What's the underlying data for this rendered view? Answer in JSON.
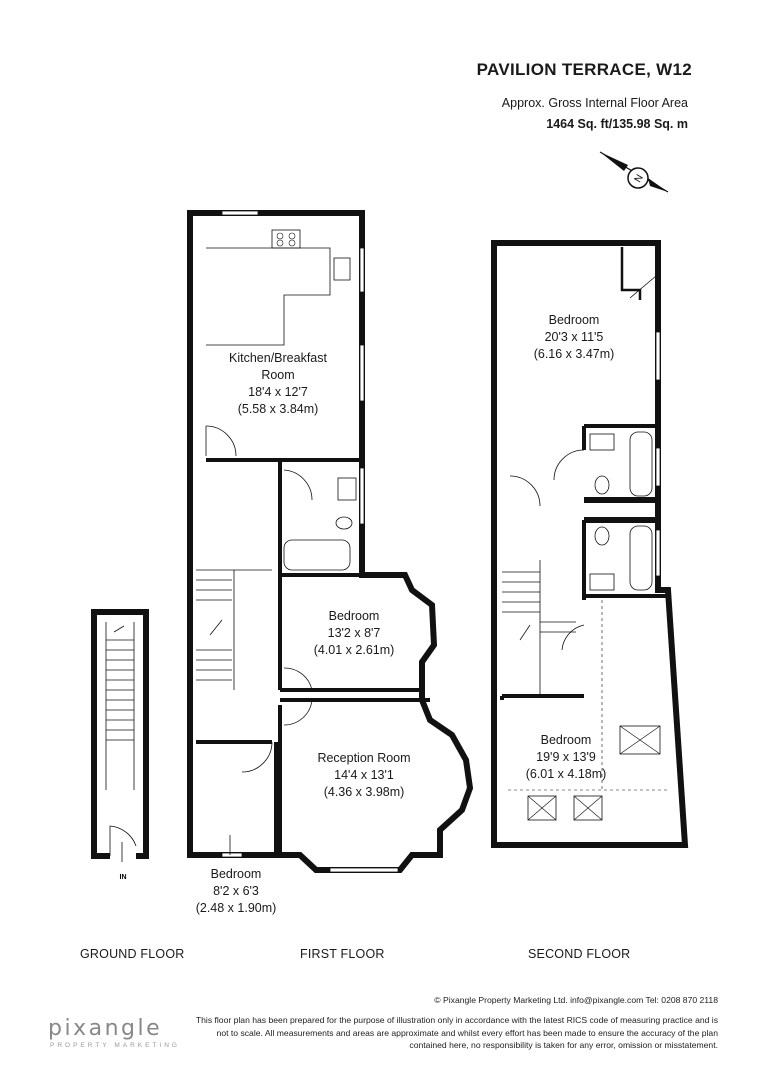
{
  "header": {
    "title": "PAVILION TERRACE, W12",
    "subtitle": "Approx. Gross Internal Floor Area",
    "area": "1464 Sq. ft/135.98 Sq. m"
  },
  "compass": {
    "letter": "N"
  },
  "floors": {
    "ground": "GROUND FLOOR",
    "first": "FIRST FLOOR",
    "second": "SECOND FLOOR",
    "entrance": "IN"
  },
  "rooms": {
    "kitchen": {
      "name1": "Kitchen/Breakfast",
      "name2": "Room",
      "imperial": "18'4 x 12'7",
      "metric": "(5.58 x 3.84m)"
    },
    "bedroom_first": {
      "name": "Bedroom",
      "imperial": "13'2 x 8'7",
      "metric": "(4.01 x 2.61m)"
    },
    "reception": {
      "name": "Reception Room",
      "imperial": "14'4 x 13'1",
      "metric": "(4.36 x 3.98m)"
    },
    "bedroom_small": {
      "name": "Bedroom",
      "imperial": "8'2 x 6'3",
      "metric": "(2.48 x 1.90m)"
    },
    "bedroom_top": {
      "name": "Bedroom",
      "imperial": "20'3 x 11'5",
      "metric": "(6.16 x 3.47m)"
    },
    "bedroom_bottom": {
      "name": "Bedroom",
      "imperial": "19'9 x 13'9",
      "metric": "(6.01 x 4.18m)"
    }
  },
  "footer": {
    "credit": "© Pixangle Property Marketing Ltd. info@pixangle.com Tel: 0208 870 2118",
    "disclaimer1": "This floor plan has been prepared for the purpose of illustration only in accordance with the latest RICS code of measuring practice and is",
    "disclaimer2": "not to scale. All measurements and areas are approximate and whilst every effort has been made to ensure the accuracy of the plan",
    "disclaimer3": "contained here, no responsibility is taken for any error, omission or misstatement."
  },
  "brand": {
    "name": "pixangle",
    "tagline": "PROPERTY MARKETING"
  }
}
